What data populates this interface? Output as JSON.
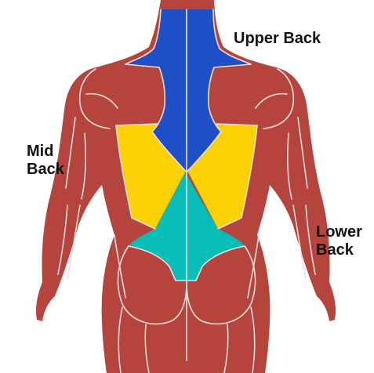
{
  "labels": {
    "upper_back": "Upper Back",
    "mid_back": [
      "Mid",
      "Back"
    ],
    "lower_back": [
      "Lower",
      "Back"
    ]
  },
  "colors": {
    "muscle": "#b5443d",
    "upper_back": "#1f4fc7",
    "mid_back": "#fbd104",
    "lower_back": "#07bdb8",
    "outline": "#f3dede"
  }
}
